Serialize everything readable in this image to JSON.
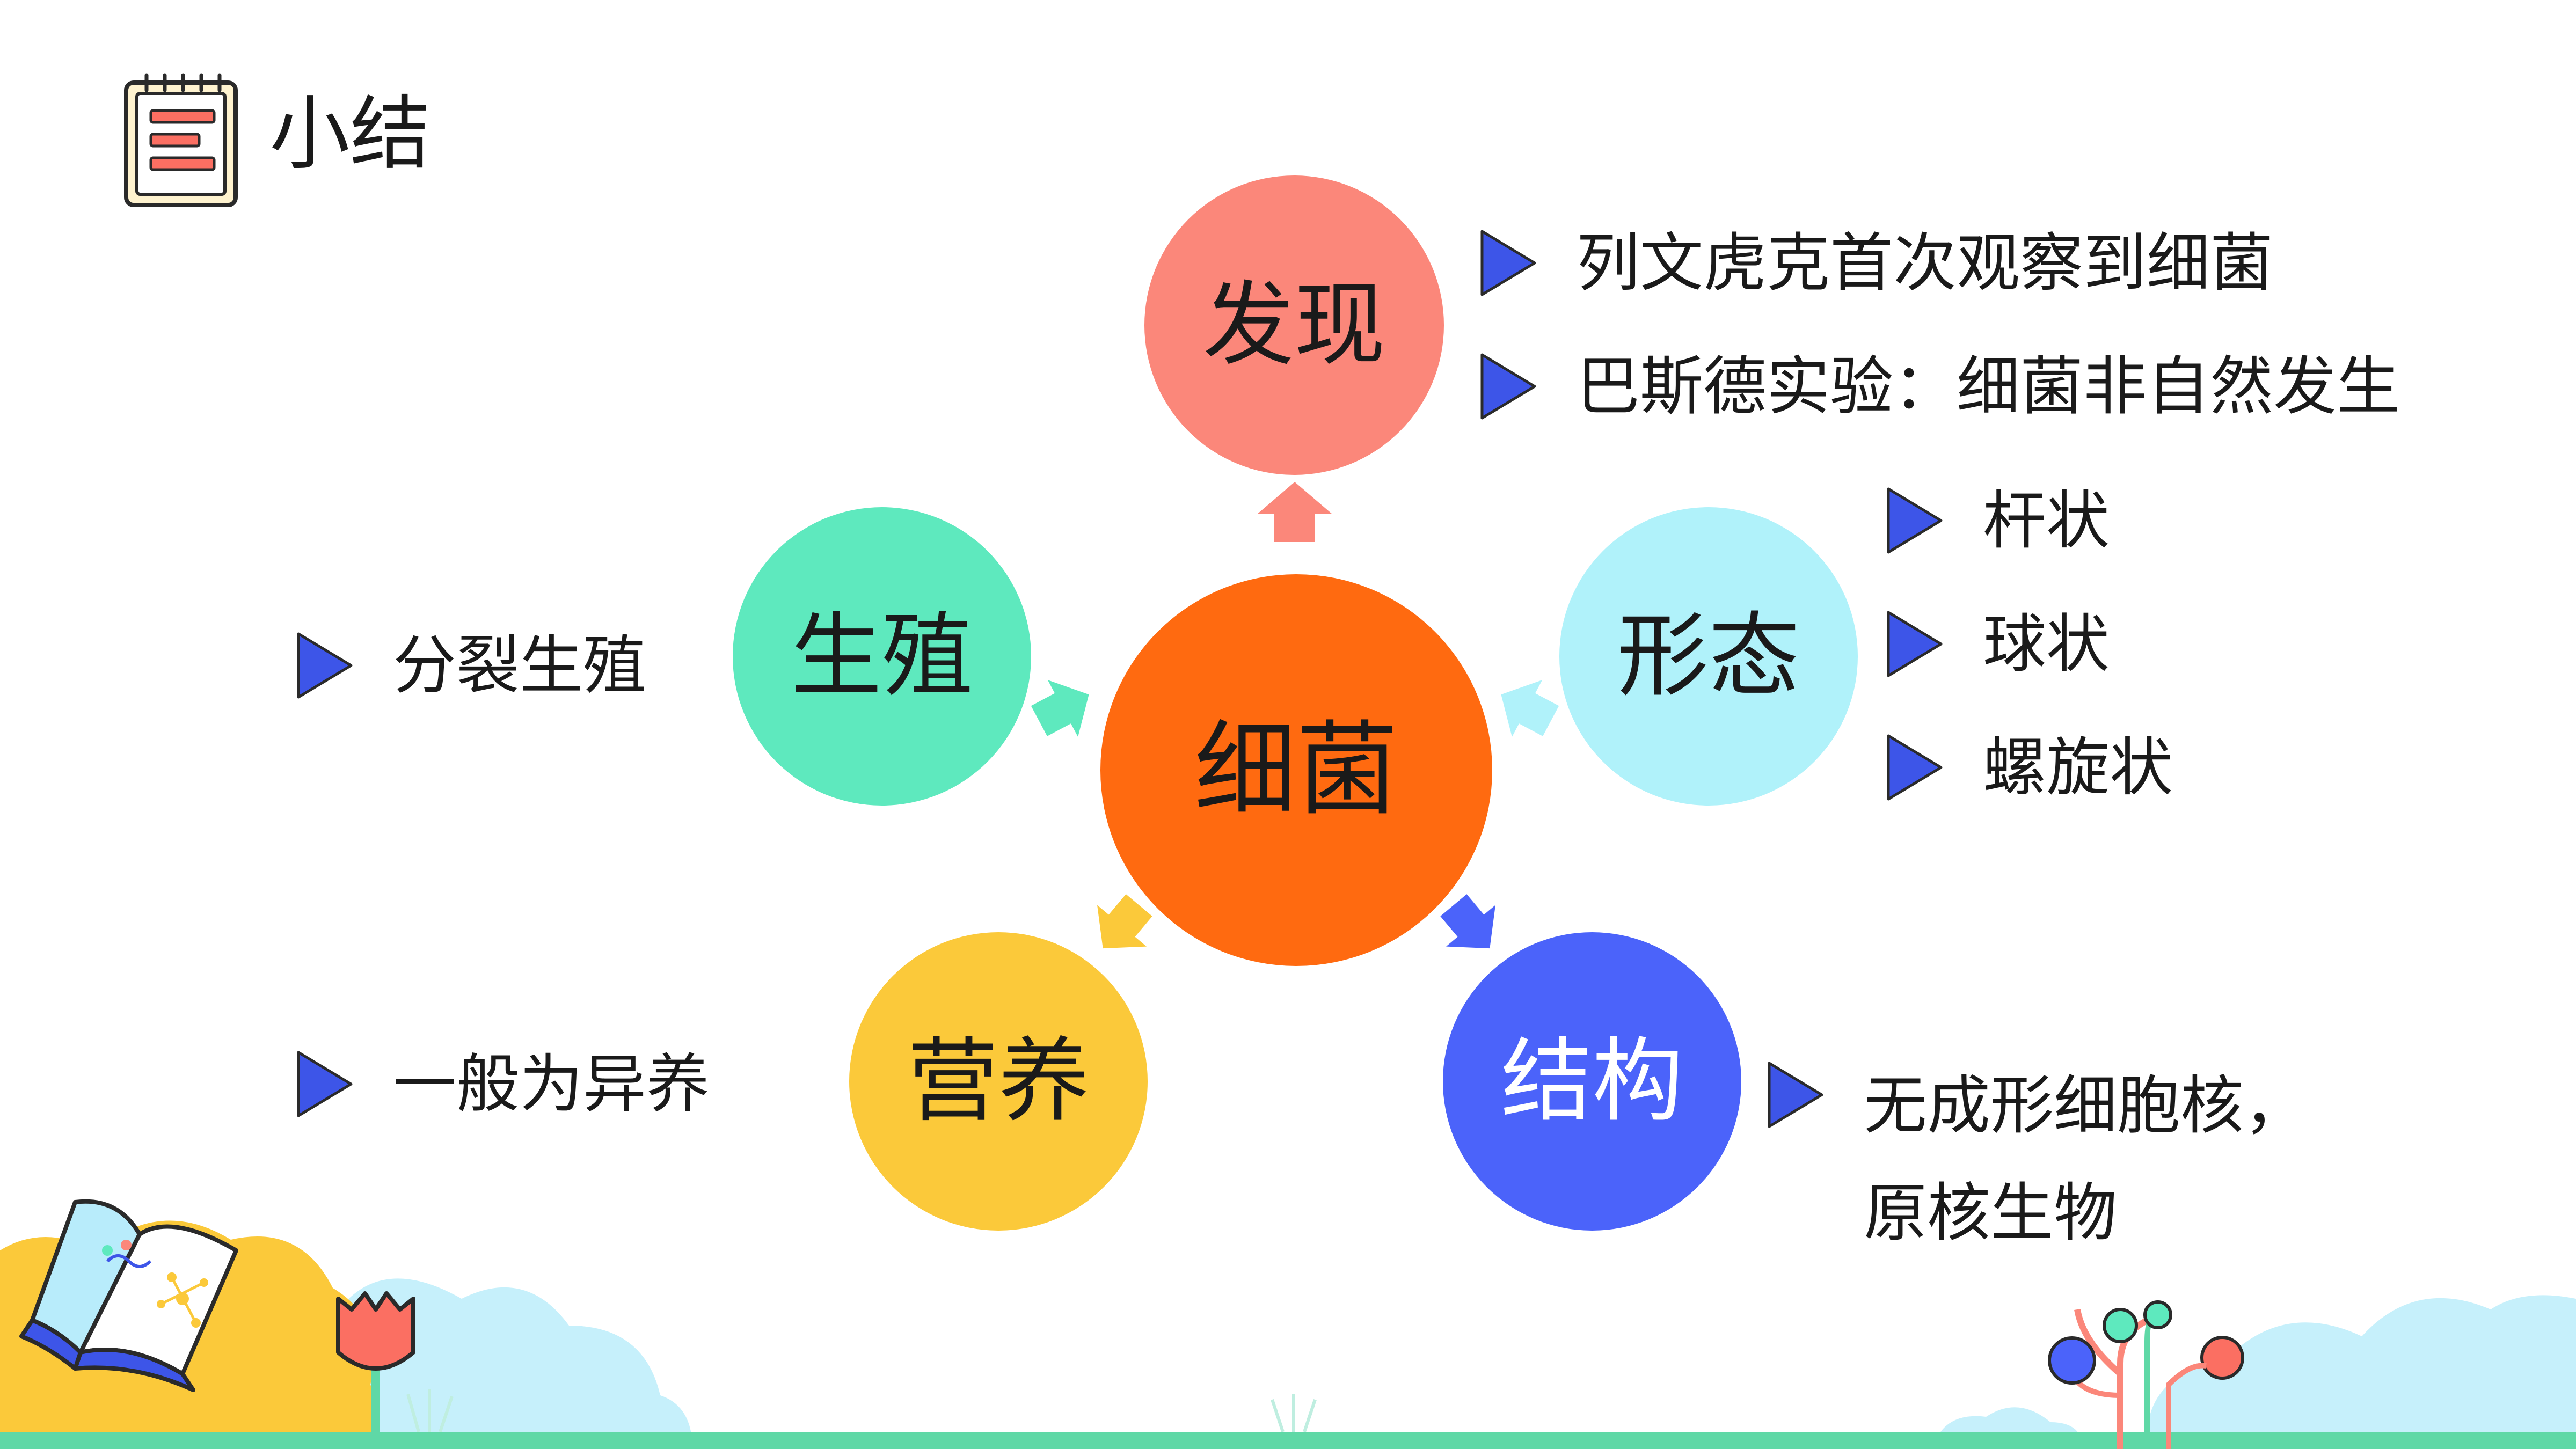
{
  "title": "小结",
  "diagram": {
    "center": "细菌",
    "discover": {
      "label": "发现",
      "points": [
        "列文虎克首次观察到细菌",
        "巴斯德实验：细菌非自然发生"
      ]
    },
    "shape": {
      "label": "形态",
      "points": [
        "杆状",
        "球状",
        "螺旋状"
      ]
    },
    "structure": {
      "label": "结构",
      "lines": [
        "无成形细胞核，",
        "原核生物"
      ]
    },
    "nutrition": {
      "label": "营养",
      "points": [
        "一般为异养"
      ]
    },
    "reproduction": {
      "label": "生殖",
      "points": [
        "分裂生殖"
      ]
    }
  },
  "colors": {
    "center": "#ff6a10",
    "discover": "#fb877a",
    "shape": "#b0f2fa",
    "structure": "#4b63fa",
    "nutrition": "#fbc93a",
    "reproduction": "#5ee9be",
    "bullet": "#3d55e8",
    "ground": "#5fd8a6"
  }
}
